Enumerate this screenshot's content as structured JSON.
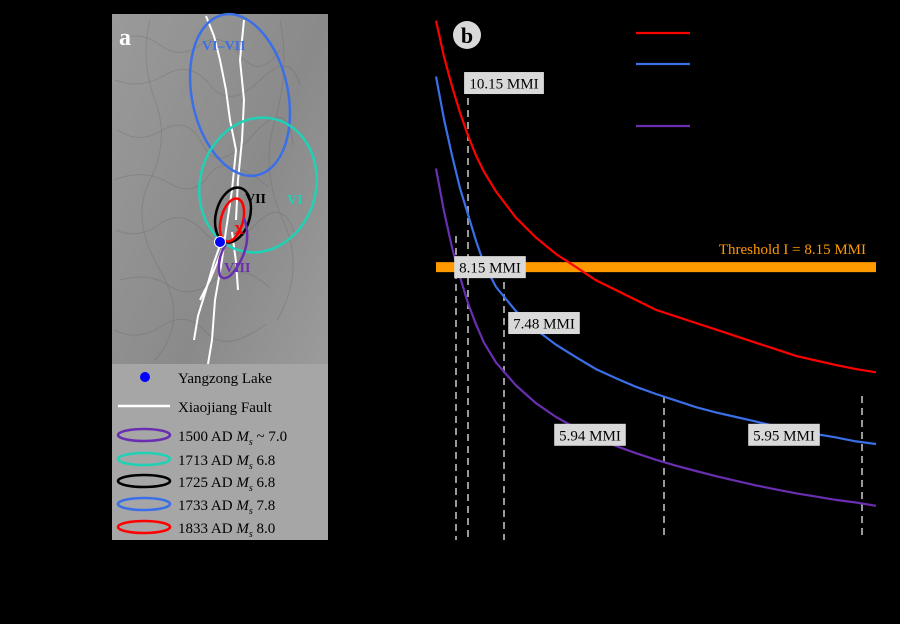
{
  "panel_a": {
    "label": "a",
    "colors": {
      "background": "#8c8c8c",
      "lake": "#0000ff",
      "fault": "#ffffff"
    },
    "zone_labels": [
      {
        "text": "VI–VII",
        "color": "#3b6fe8",
        "event": "1733 AD"
      },
      {
        "text": "VI",
        "color": "#1fd1b5",
        "event": "1713 AD"
      },
      {
        "text": "VII",
        "color": "#000000",
        "event": "1725 AD"
      },
      {
        "text": "X",
        "color": "#ff0000",
        "event": "1833 AD"
      },
      {
        "text": "VIII",
        "color": "#6a2fb0",
        "event": "1500 AD"
      }
    ],
    "legend": [
      {
        "symbol": "dot",
        "color": "#0000ff",
        "pre": "Yangzong Lake",
        "ms": "",
        "post": ""
      },
      {
        "symbol": "line",
        "color": "#ffffff",
        "pre": "Xiaojiang Fault",
        "ms": "",
        "post": ""
      },
      {
        "symbol": "ellipse",
        "color": "#6a2fb0",
        "pre": "1500 AD ",
        "ms": "s",
        "post": " ~ 7.0"
      },
      {
        "symbol": "ellipse",
        "color": "#1fd1b5",
        "pre": "1713 AD ",
        "ms": "s",
        "post": " 6.8"
      },
      {
        "symbol": "ellipse",
        "color": "#000000",
        "pre": "1725 AD ",
        "ms": "s",
        "post": " 6.8"
      },
      {
        "symbol": "ellipse",
        "color": "#3b6fe8",
        "pre": "1733 AD ",
        "ms": "s",
        "post": " 7.8"
      },
      {
        "symbol": "ellipse",
        "color": "#ff0000",
        "pre": "1833 AD ",
        "ms": "s",
        "post": " 8.0"
      }
    ]
  },
  "chart_data": {
    "type": "line",
    "panel_label": "b",
    "xlabel": "",
    "ylabel": "",
    "xlim": [
      0,
      110
    ],
    "ylim": [
      4,
      12
    ],
    "x": [
      0,
      2,
      4,
      6,
      8,
      10,
      12,
      15,
      20,
      25,
      30,
      35,
      40,
      45,
      50,
      55,
      60,
      65,
      70,
      75,
      80,
      85,
      90,
      95,
      100,
      105,
      110
    ],
    "series": [
      {
        "name": "",
        "color": "#ff0000",
        "values": [
          11.9,
          11.35,
          10.9,
          10.5,
          10.15,
          9.85,
          9.6,
          9.3,
          8.9,
          8.6,
          8.35,
          8.15,
          7.95,
          7.8,
          7.65,
          7.5,
          7.4,
          7.3,
          7.2,
          7.1,
          7.0,
          6.9,
          6.8,
          6.73,
          6.66,
          6.6,
          6.55
        ]
      },
      {
        "name": "",
        "color": "#3b6fe8",
        "values": [
          11.05,
          10.4,
          9.85,
          9.35,
          8.95,
          8.55,
          8.2,
          7.85,
          7.48,
          7.2,
          6.97,
          6.78,
          6.6,
          6.46,
          6.33,
          6.22,
          6.12,
          6.02,
          5.94,
          5.87,
          5.8,
          5.73,
          5.67,
          5.61,
          5.56,
          5.5,
          5.46
        ]
      },
      {
        "name": "",
        "color": "#6a2fb0",
        "values": [
          9.65,
          9.0,
          8.45,
          8.0,
          7.6,
          7.28,
          7.0,
          6.7,
          6.35,
          6.08,
          5.87,
          5.7,
          5.55,
          5.43,
          5.32,
          5.22,
          5.13,
          5.05,
          4.97,
          4.9,
          4.83,
          4.77,
          4.71,
          4.66,
          4.61,
          4.57,
          4.52
        ]
      }
    ],
    "legend_colors": [
      "#ff0000",
      "#3b6fe8",
      "#000000",
      "#6a2fb0"
    ],
    "legend_position": "top-right",
    "threshold": {
      "value": 8.15,
      "label": "Threshold I = 8.15 MMI",
      "color": "#ff9900"
    },
    "annotations": [
      {
        "text": "10.15 MMI",
        "x": 8,
        "y": 10.15,
        "box_x": 17,
        "box_y": 10.95
      },
      {
        "text": "8.15 MMI",
        "x": 5.5,
        "y": 8.15,
        "box_x": 13.5,
        "box_y": 8.15
      },
      {
        "text": "7.48 MMI",
        "x": 17,
        "y": 7.48,
        "box_x": 27,
        "box_y": 7.3
      },
      {
        "text": "5.94 MMI",
        "x": 57,
        "y": 5.94,
        "box_x": 38.5,
        "box_y": 5.6
      },
      {
        "text": "5.95 MMI",
        "x": 106.5,
        "y": 5.95,
        "box_x": 87,
        "box_y": 5.6
      }
    ],
    "dashed_x": [
      5,
      8,
      17,
      57,
      106.5
    ],
    "grid": false
  }
}
